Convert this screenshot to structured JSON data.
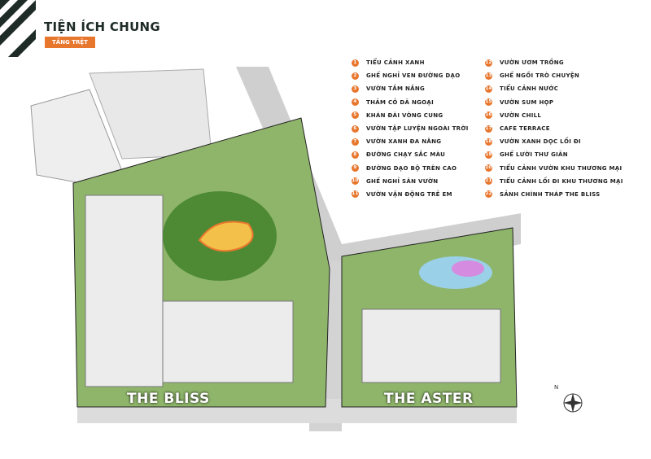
{
  "header": {
    "title": "TIỆN ÍCH CHUNG",
    "floor_badge": "TẦNG TRỆT"
  },
  "legend_left": [
    {
      "n": "1",
      "label": "TIỂU CẢNH XANH"
    },
    {
      "n": "2",
      "label": "GHẾ NGHỈ VEN ĐƯỜNG DẠO"
    },
    {
      "n": "3",
      "label": "VƯỜN TẮM NẮNG"
    },
    {
      "n": "4",
      "label": "THẢM CỎ DÃ NGOẠI"
    },
    {
      "n": "5",
      "label": "KHÁN ĐÀI VÒNG CUNG"
    },
    {
      "n": "6",
      "label": "VƯỜN TẬP LUYỆN NGOÀI TRỜI"
    },
    {
      "n": "7",
      "label": "VƯỜN XANH ĐA NĂNG"
    },
    {
      "n": "8",
      "label": "ĐƯỜNG CHẠY SẮC MÀU"
    },
    {
      "n": "9",
      "label": "ĐƯỜNG DẠO BỘ TRÊN CAO"
    },
    {
      "n": "10",
      "label": "GHẾ NGHỈ SÂN VƯỜN"
    },
    {
      "n": "11",
      "label": "VƯỜN VẬN ĐỘNG TRẺ EM"
    }
  ],
  "legend_right": [
    {
      "n": "12",
      "label": "VƯỜN ƯƠM TRỒNG"
    },
    {
      "n": "13",
      "label": "GHẾ NGỒI TRÒ CHUYỆN"
    },
    {
      "n": "14",
      "label": "TIỂU CẢNH NƯỚC"
    },
    {
      "n": "15",
      "label": "VƯỜN SUM HỌP"
    },
    {
      "n": "16",
      "label": "VƯỜN CHILL"
    },
    {
      "n": "17",
      "label": "CAFE TERRACE"
    },
    {
      "n": "18",
      "label": "VƯỜN XANH DỌC LỐI ĐI"
    },
    {
      "n": "19",
      "label": "GHẾ LƯỜI THƯ GIÃN"
    },
    {
      "n": "20",
      "label": "TIỂU CẢNH VƯỜN KHU THƯƠNG MẠI"
    },
    {
      "n": "21",
      "label": "TIỂU CẢNH LỐI ĐI KHU THƯƠNG MẠI"
    },
    {
      "n": "22",
      "label": "SẢNH CHÍNH THÁP THE BLISS"
    }
  ],
  "buildings": {
    "left": "THE BLISS",
    "right": "THE ASTER"
  },
  "compass": "N",
  "colors": {
    "accent": "#e8772e",
    "dark": "#1e2b26",
    "green": "#3f7a2c"
  }
}
